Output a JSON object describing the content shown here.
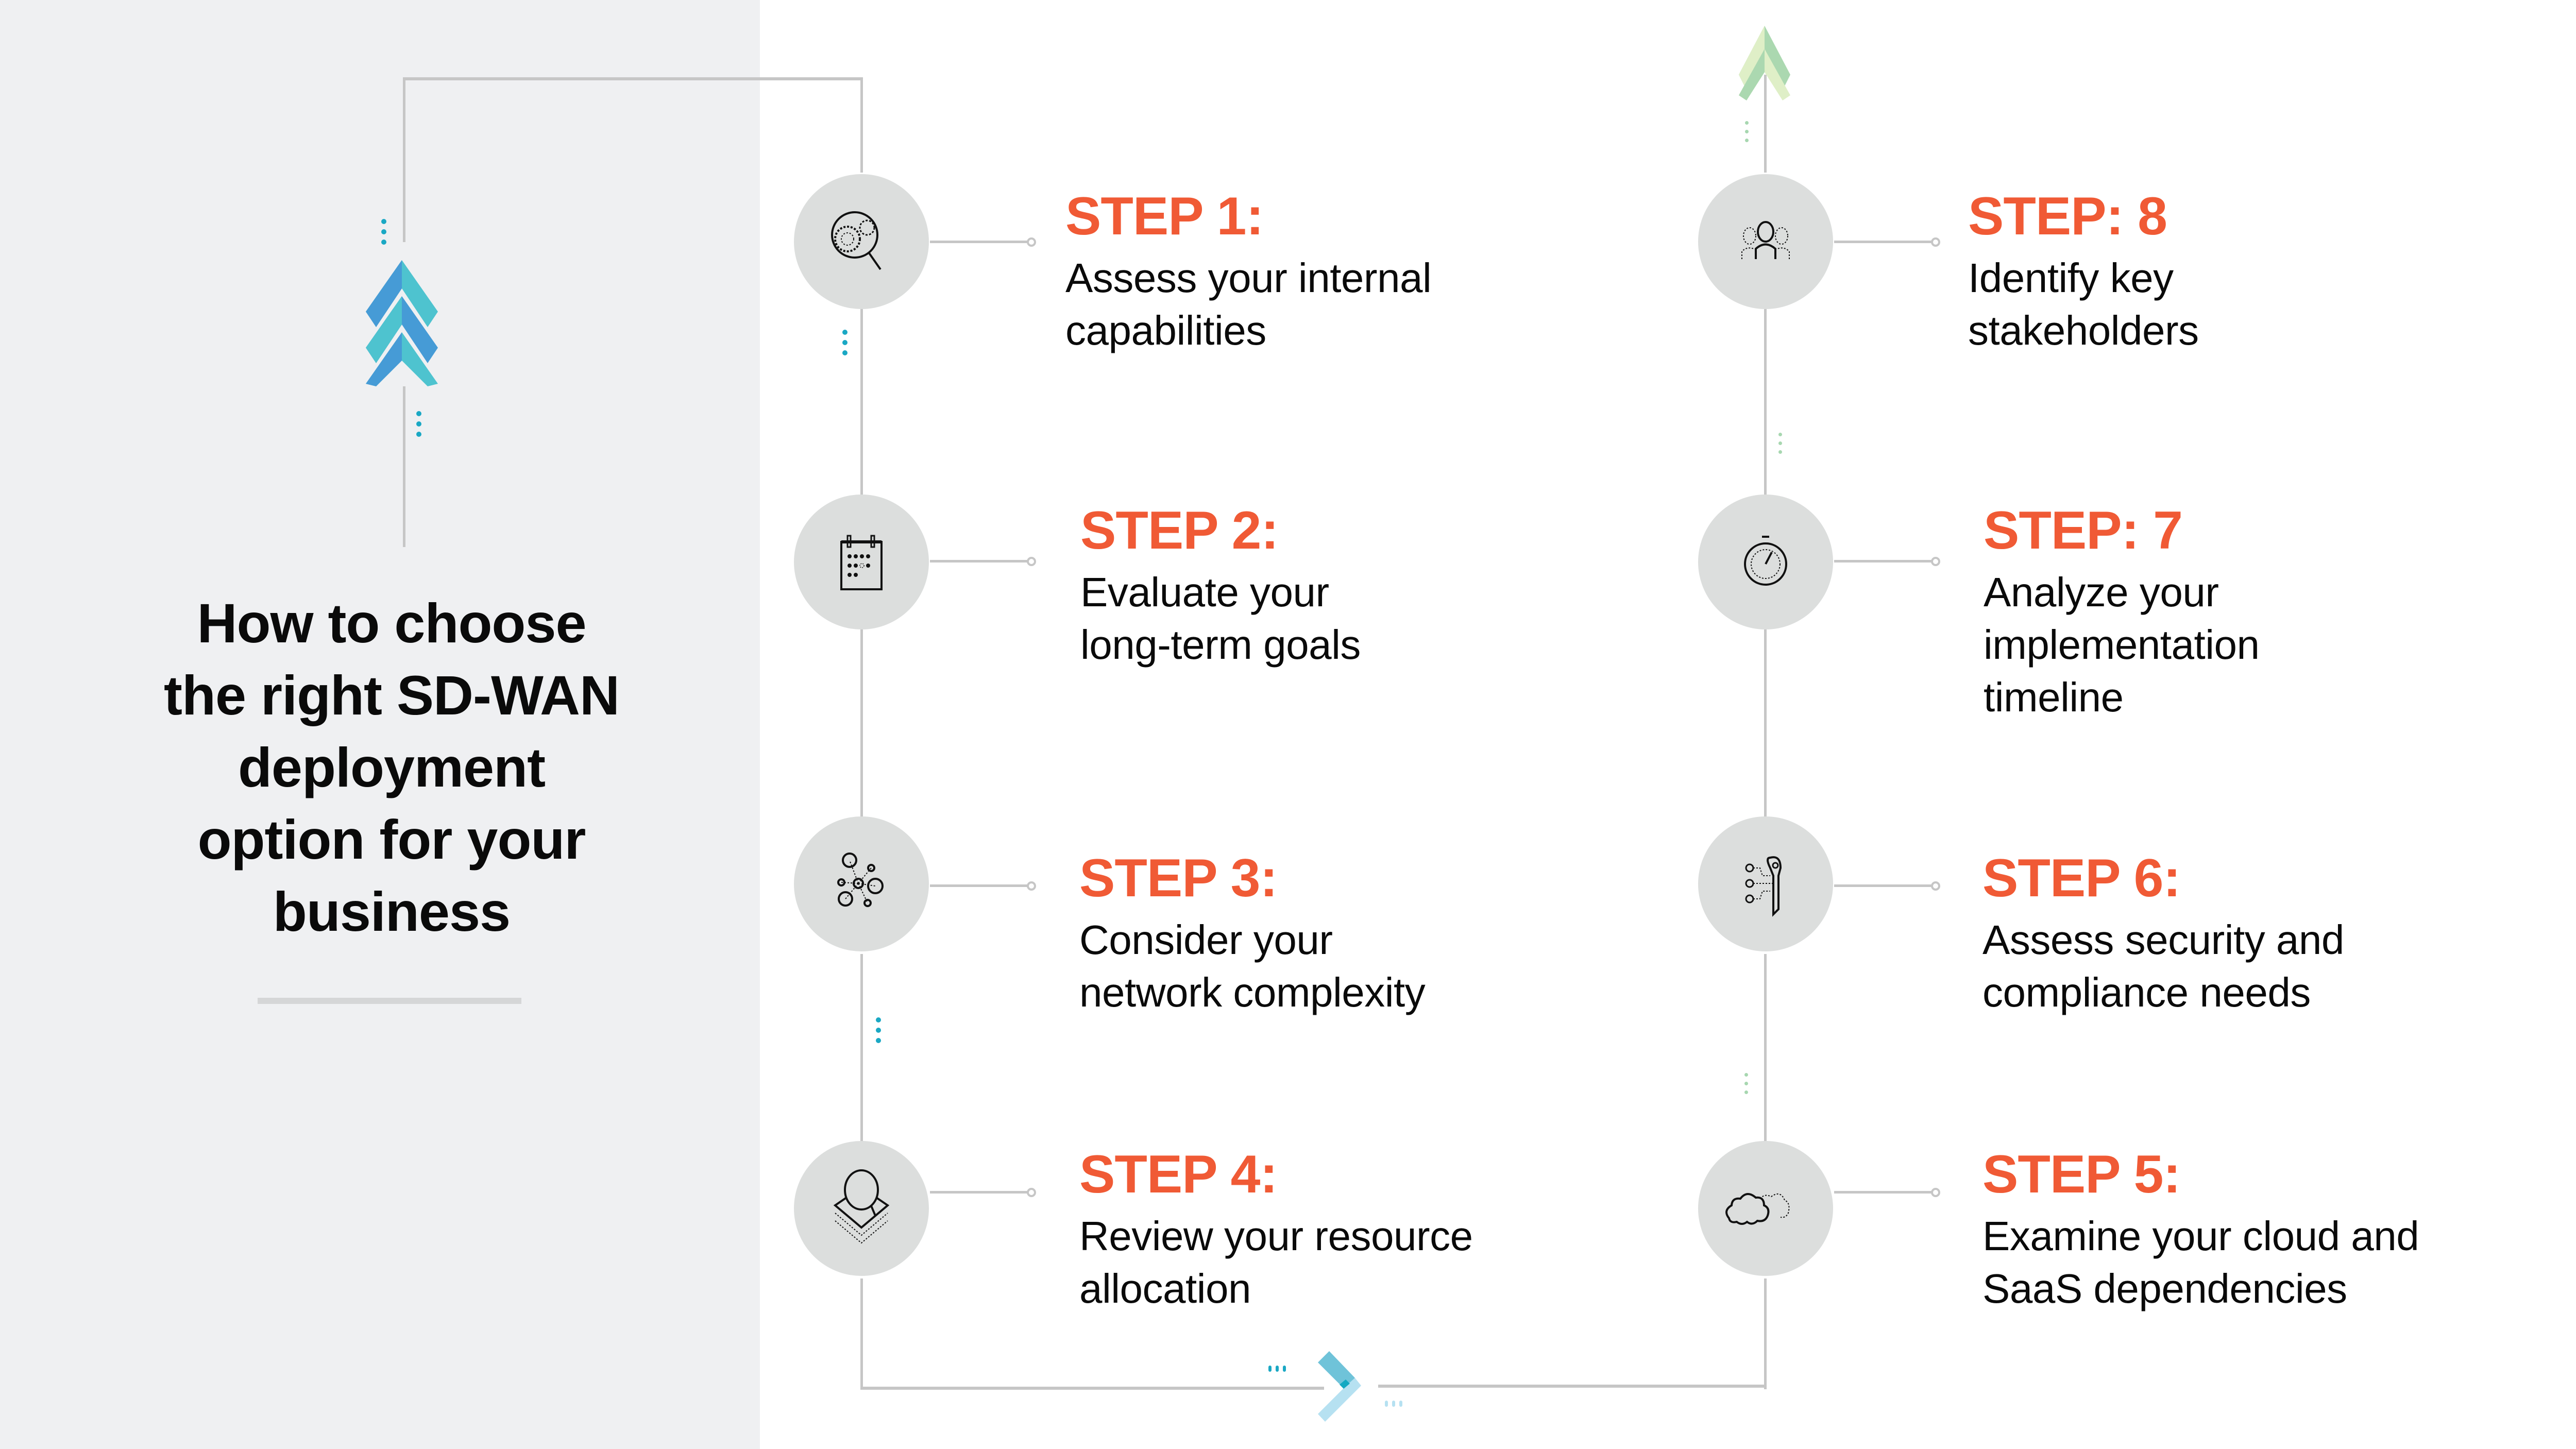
{
  "title": {
    "lines": [
      "How to choose",
      "the right SD-WAN",
      "deployment",
      "option for your",
      "business"
    ]
  },
  "colors": {
    "left_panel_bg": "#EFF0F2",
    "accent_orange": "#F05A35",
    "line_gray": "#C6C6C6",
    "node_bg": "#DCDEDD",
    "teal_dot": "#1AA8C4",
    "green_dot": "#A7D7B0",
    "chevron_blue": "#469BD6",
    "chevron_teal": "#4EC3CF",
    "chevron_green": "#ABD8B0",
    "chevron_lightgreen": "#DFEFC7"
  },
  "steps": [
    {
      "label": "STEP 1:",
      "desc_lines": [
        "Assess your internal",
        "capabilities"
      ],
      "icon": "magnifier-gears-icon"
    },
    {
      "label": "STEP 2:",
      "desc_lines": [
        "Evaluate your",
        "long-term goals"
      ],
      "icon": "calendar-icon"
    },
    {
      "label": "STEP 3:",
      "desc_lines": [
        "Consider your",
        "network complexity"
      ],
      "icon": "network-nodes-icon"
    },
    {
      "label": "STEP 4:",
      "desc_lines": [
        "Review your resource",
        "allocation"
      ],
      "icon": "resource-layers-icon"
    },
    {
      "label": "STEP 5:",
      "desc_lines": [
        "Examine your cloud and",
        "SaaS dependencies"
      ],
      "icon": "cloud-icon"
    },
    {
      "label": "STEP 6:",
      "desc_lines": [
        "Assess security and",
        "compliance needs"
      ],
      "icon": "key-checklist-icon"
    },
    {
      "label": "STEP: 7",
      "desc_lines": [
        "Analyze your",
        "implementation",
        "timeline"
      ],
      "icon": "stopwatch-icon"
    },
    {
      "label": "STEP: 8",
      "desc_lines": [
        "Identify key",
        "stakeholders"
      ],
      "icon": "people-group-icon"
    }
  ]
}
